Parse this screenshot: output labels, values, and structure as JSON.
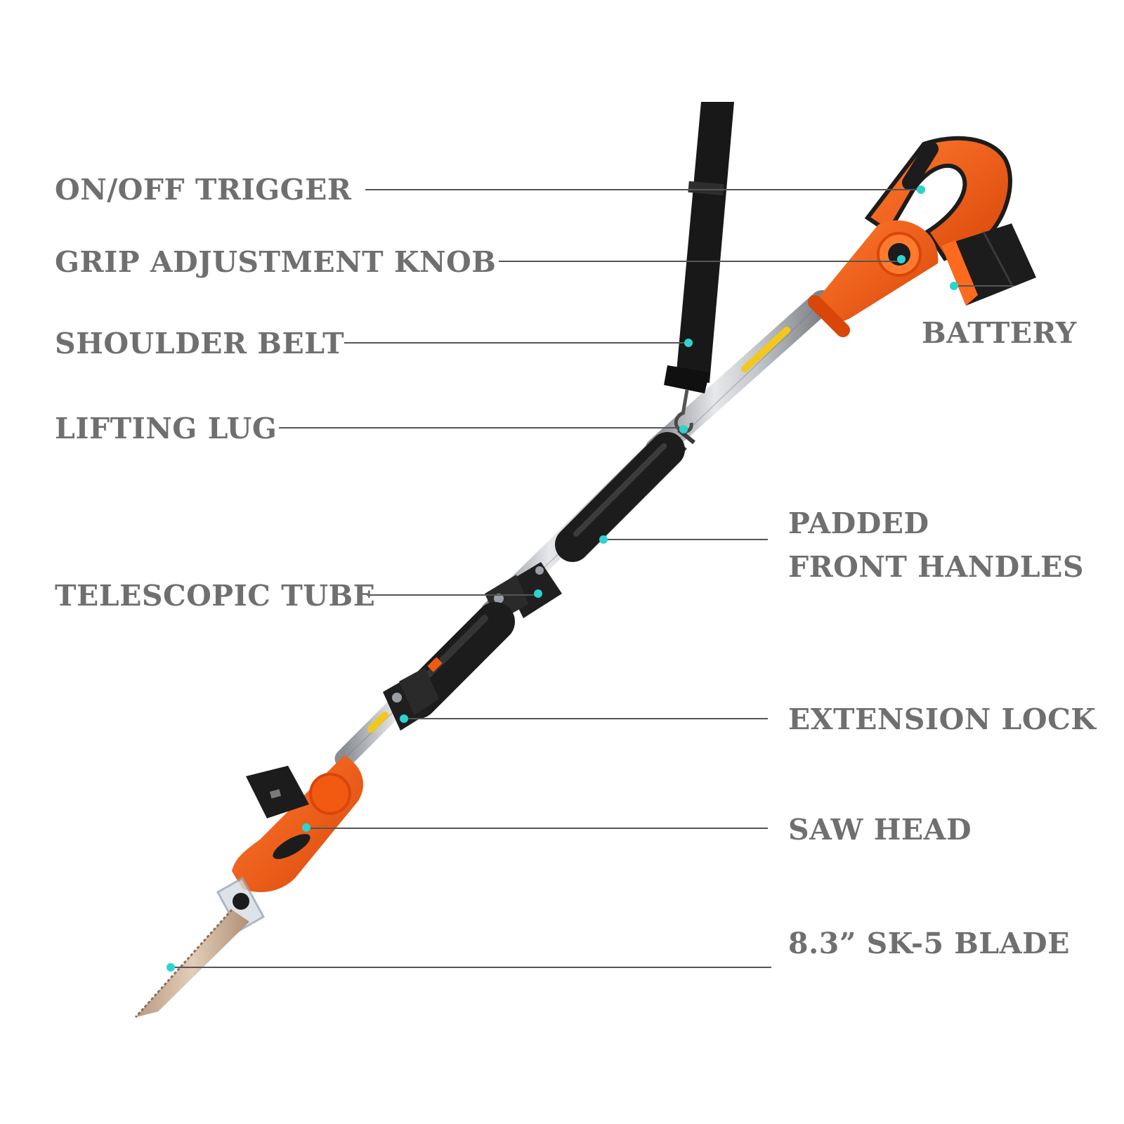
{
  "callouts": {
    "trigger": "ON/OFF TRIGGER",
    "grip_knob": "GRIP ADJUSTMENT KNOB",
    "shoulder_belt": "SHOULDER BELT",
    "lifting_lug": "LIFTING LUG",
    "telescopic_tube": "TELESCOPIC TUBE",
    "battery": "BATTERY",
    "padded_handles": [
      "PADDED",
      "FRONT HANDLES"
    ],
    "extension_lock": "EXTENSION LOCK",
    "saw_head": "SAW HEAD",
    "blade": "8.3” SK-5 BLADE"
  },
  "colors": {
    "label_text": "#6f6f6f",
    "leader_line": "#555555",
    "marker_dot": "#2ed3cf",
    "tool_orange": "#f25a12",
    "tool_black": "#1c1c1c",
    "pole_silver": "#c4c7cc",
    "blade_tan": "#d3b79d"
  }
}
